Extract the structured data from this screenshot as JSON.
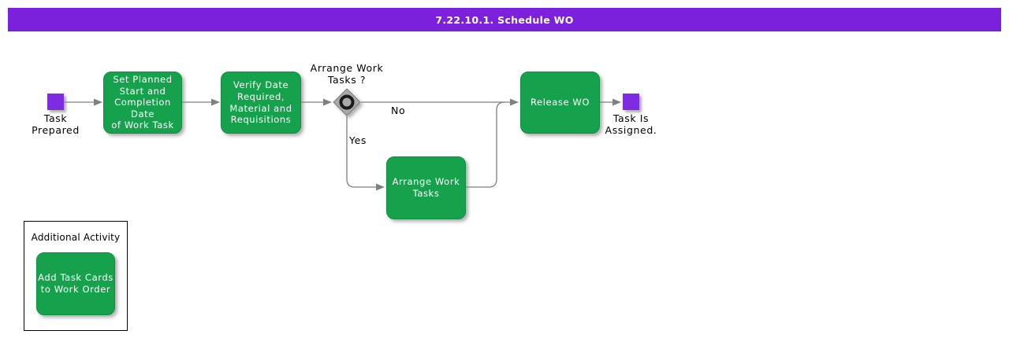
{
  "header": {
    "title": "7.22.10.1. Schedule WO"
  },
  "colors": {
    "header_purple": "#7b21dc",
    "event_purple": "#7e2be2",
    "activity_green": "#16a24c",
    "connector_gray": "#808080",
    "gateway_gray": "#a9a9a9",
    "gateway_ring": "#1a1a1a"
  },
  "nodes": {
    "start": {
      "label": "Task\nPrepared"
    },
    "set_planned": {
      "label": "Set Planned\nStart and\nCompletion Date\nof Work Task"
    },
    "verify_date": {
      "label": "Verify Date\nRequired,\nMaterial and\nRequisitions"
    },
    "decision": {
      "label": "Arrange Work\nTasks ?",
      "no_label": "No",
      "yes_label": "Yes"
    },
    "arrange": {
      "label": "Arrange Work\nTasks"
    },
    "release": {
      "label": "Release WO"
    },
    "end": {
      "label": "Task Is\nAssigned."
    }
  },
  "additional": {
    "title": "Additional Activity",
    "activity": "Add Task Cards\nto Work Order"
  }
}
